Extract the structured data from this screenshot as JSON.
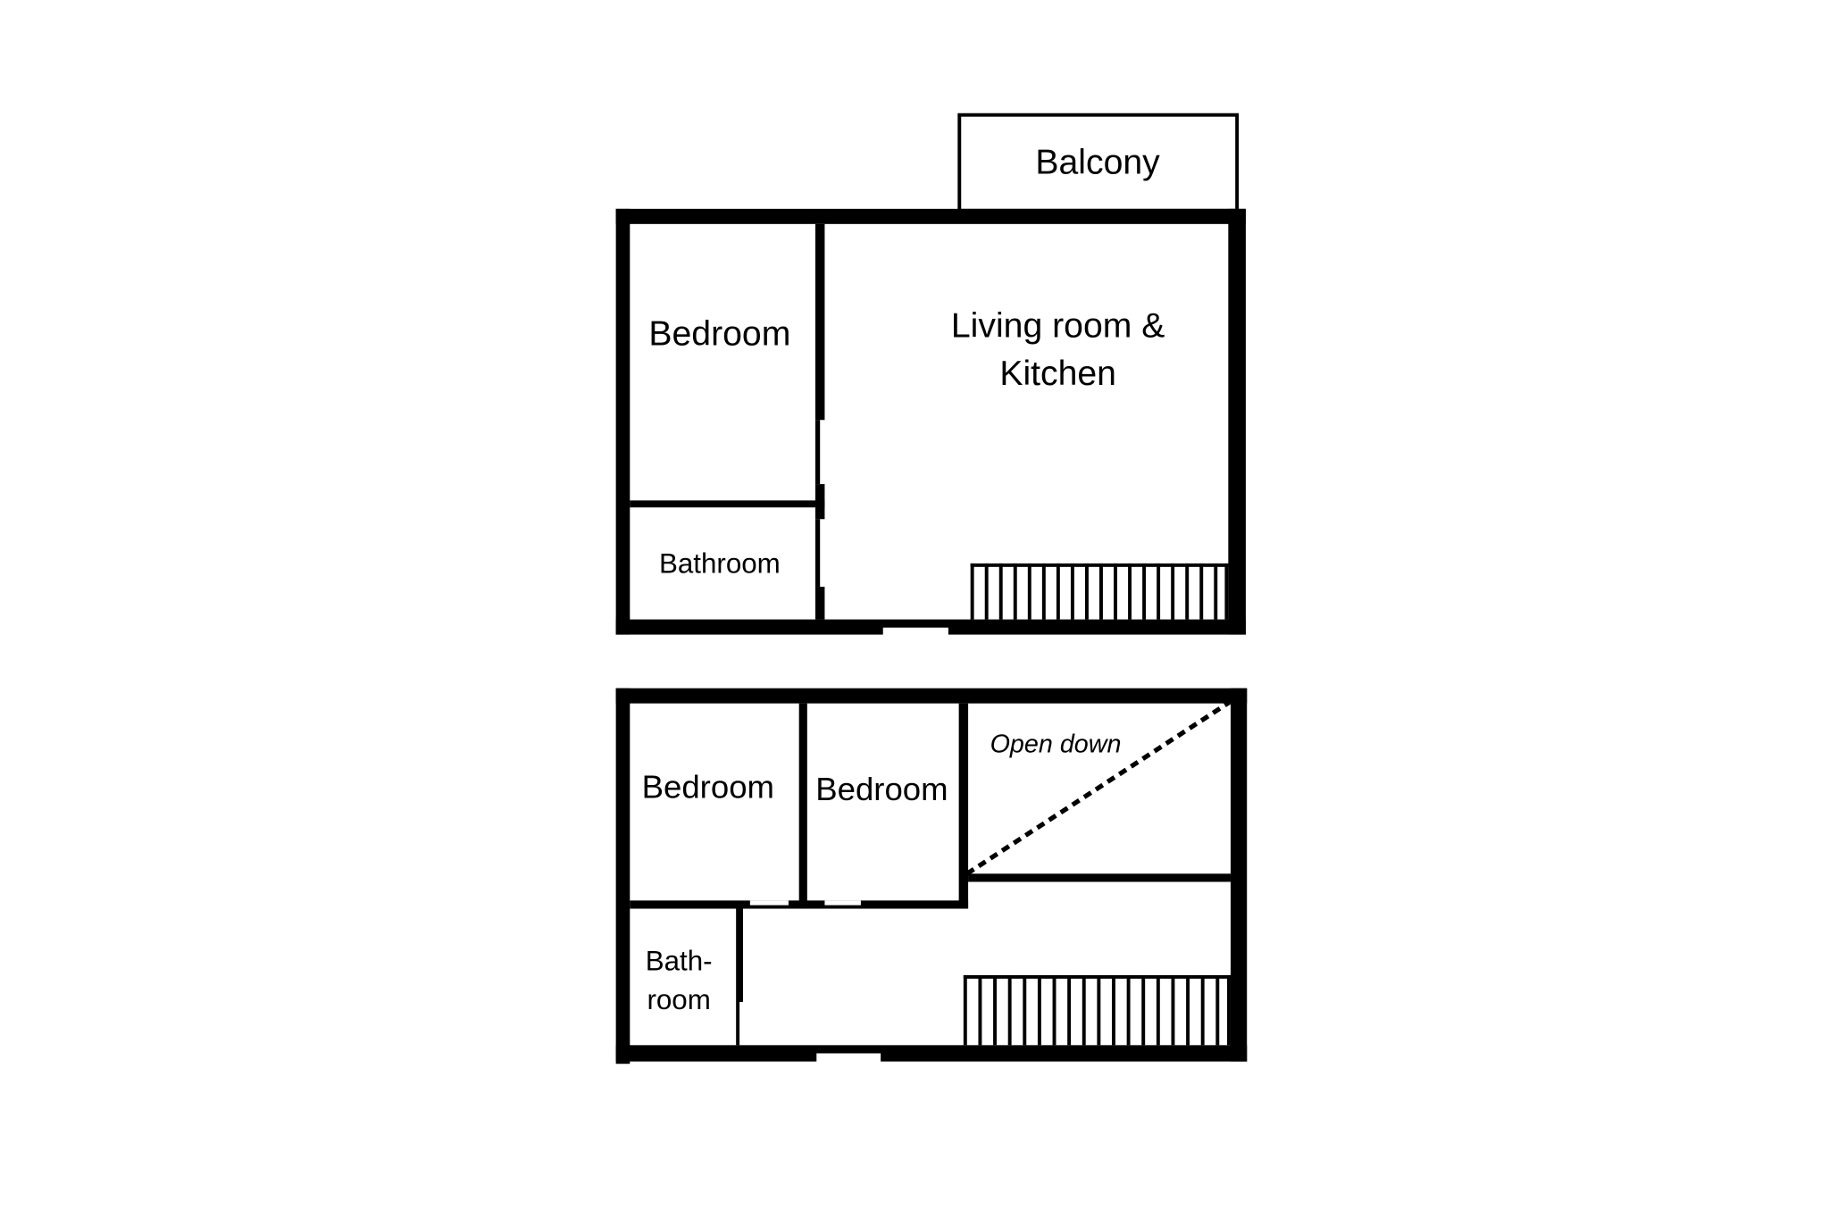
{
  "colors": {
    "wall": "#000000",
    "background": "#ffffff"
  },
  "upper_floor": {
    "balcony": "Balcony",
    "bedroom": "Bedroom",
    "living_line1": "Living room &",
    "living_line2": "Kitchen",
    "bathroom": "Bathroom"
  },
  "lower_floor": {
    "open_down": "Open down",
    "bedroom_left": "Bedroom",
    "bedroom_right": "Bedroom",
    "bath_line1": "Bath-",
    "bath_line2": "room"
  }
}
